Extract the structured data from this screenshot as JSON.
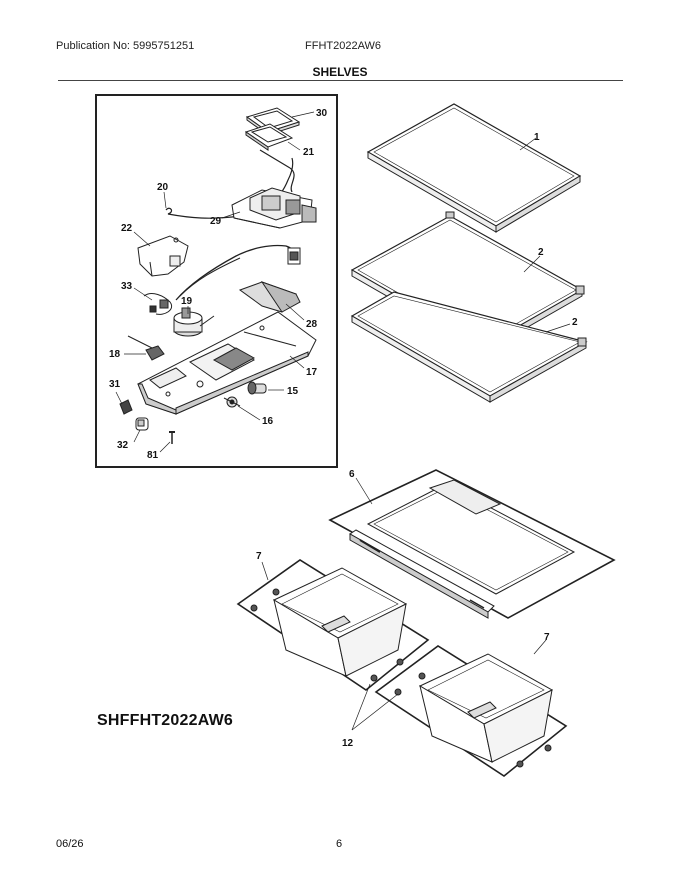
{
  "header": {
    "publication": "Publication No: 5995751251",
    "model": "FFHT2022AW6"
  },
  "section_title": "SHELVES",
  "callouts": {
    "c30": "30",
    "c21": "21",
    "c20": "20",
    "c29": "29",
    "c22": "22",
    "c33": "33",
    "c19": "19",
    "c28": "28",
    "c18": "18",
    "c17": "17",
    "c31": "31",
    "c15": "15",
    "c16": "16",
    "c32": "32",
    "c81": "81",
    "c1": "1",
    "c2a": "2",
    "c2b": "2",
    "c6": "6",
    "c7a": "7",
    "c7b": "7",
    "c12": "12"
  },
  "diagram_id": "SHFFHT2022AW6",
  "footer": {
    "date": "06/26",
    "page": "6"
  }
}
